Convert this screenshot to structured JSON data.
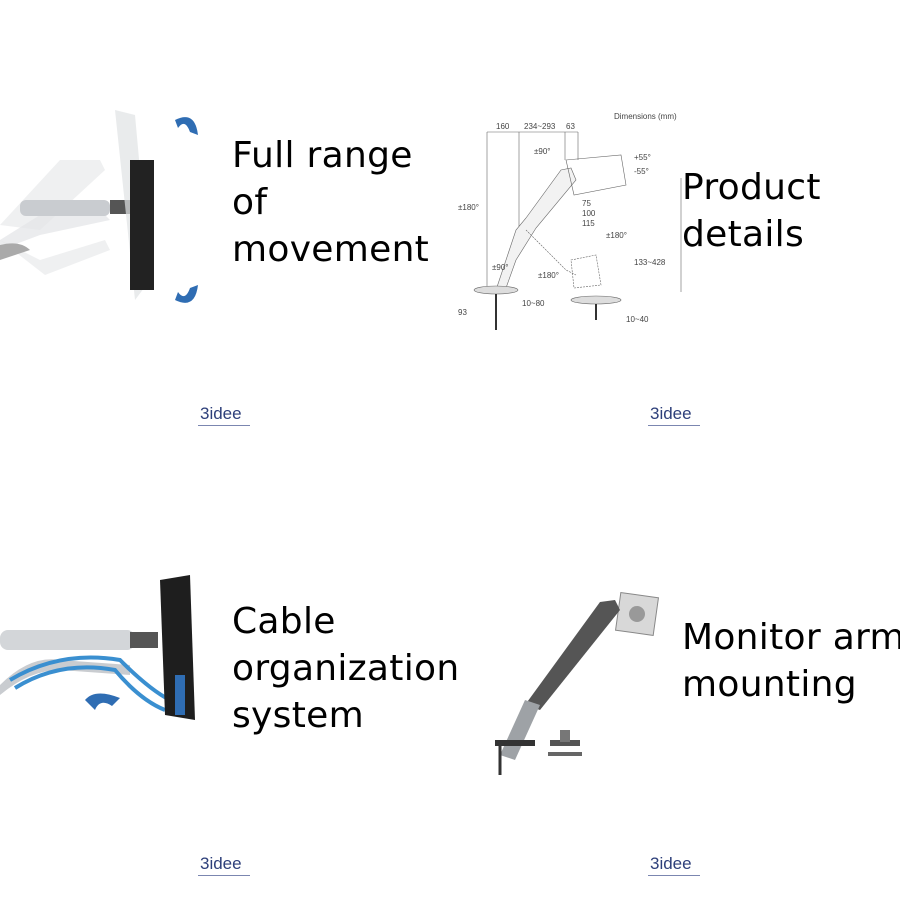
{
  "panels": [
    {
      "caption_lines": [
        "Full range",
        "of",
        "movement"
      ],
      "logo": "3idee"
    },
    {
      "caption_lines": [
        "Product",
        "details"
      ],
      "logo": "3idee",
      "diagram": {
        "title": "Dimensions (mm)",
        "labels": [
          "160",
          "234~293",
          "63",
          "±90°",
          "+55°",
          "-55°",
          "75",
          "100",
          "115",
          "±180°",
          "±180°",
          "133~428",
          "±90°",
          "±180°",
          "93",
          "10~80",
          "10~40"
        ]
      }
    },
    {
      "caption_lines": [
        "Cable",
        "organization",
        "system"
      ],
      "logo": "3idee"
    },
    {
      "caption_lines": [
        "Monitor arm",
        "mounting"
      ],
      "logo": "3idee"
    }
  ],
  "colors": {
    "arrow": "#2f6db3",
    "cable": "#3a8fd0",
    "logo": "#2d3f7a",
    "arm": "#c9ccd0"
  }
}
